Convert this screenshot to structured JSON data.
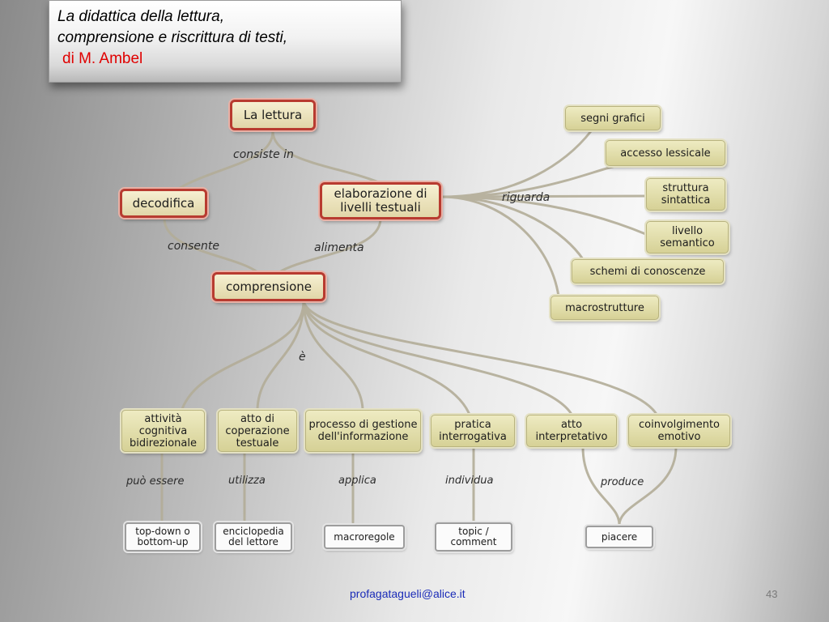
{
  "title": {
    "line1": "La didattica della lettura,",
    "line2": "comprensione e riscrittura di testi,",
    "author": "di M. Ambel"
  },
  "nodes": {
    "lettura": "La lettura",
    "decodifica": "decodifica",
    "elaborazione": "elaborazione di livelli testuali",
    "comprensione": "comprensione",
    "segni_grafici": "segni grafici",
    "accesso_lessicale": "accesso lessicale",
    "struttura_sintattica": "struttura sintattica",
    "livello_semantico": "livello semantico",
    "schemi_conoscenze": "schemi di conoscenze",
    "macrostrutture": "macrostrutture",
    "attivita_cognitiva": "attività cognitiva bidirezionale",
    "atto_operazione": "atto di coperazione testuale",
    "processo_gestione": "processo di gestione dell'informazione",
    "pratica_interrogativa": "pratica interrogativa",
    "atto_interpretativo": "atto interpretativo",
    "coinvolgimento_emotivo": "coinvolgimento emotivo",
    "top_down": "top-down o bottom-up",
    "enciclopedia": "enciclopedia del lettore",
    "macroregole": "macroregole",
    "topic_comment": "topic / comment",
    "piacere": "piacere"
  },
  "links": {
    "consiste_in": "consiste in",
    "consente": "consente",
    "alimenta": "alimenta",
    "riguarda": "riguarda",
    "e": "è",
    "puo_essere": "può essere",
    "utilizza": "utilizza",
    "applica": "applica",
    "individua": "individua",
    "produce": "produce"
  },
  "footer": {
    "email": "profagatagueli@alice.it",
    "page": "43"
  }
}
